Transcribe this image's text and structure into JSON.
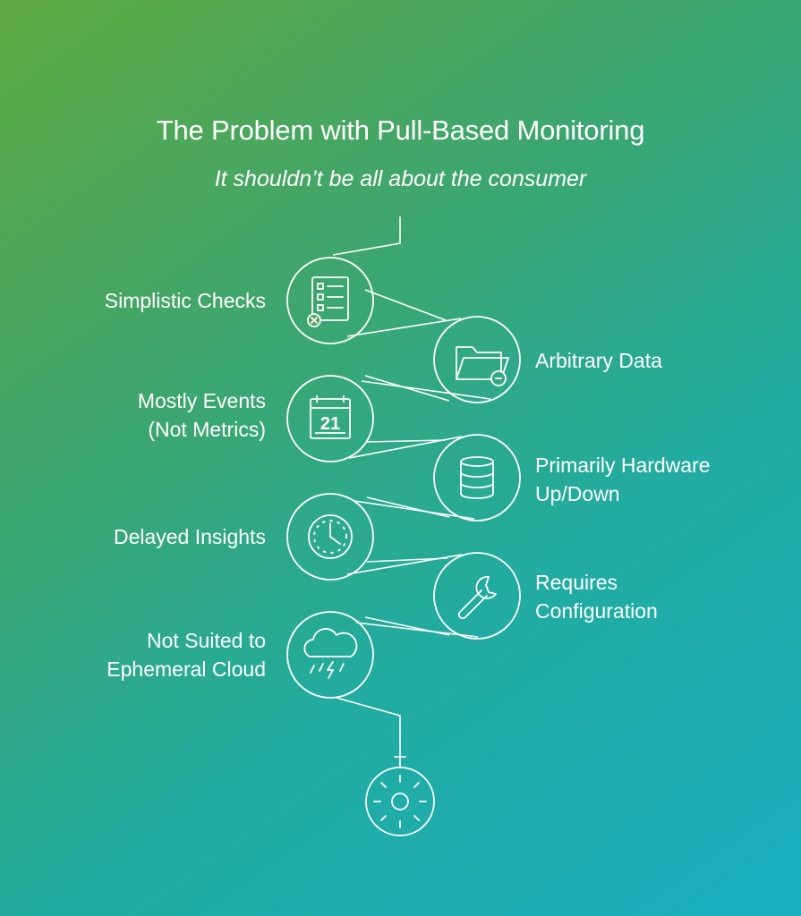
{
  "header": {
    "title": "The Problem with Pull-Based Monitoring",
    "subtitle": "It shouldn’t be all about the consumer"
  },
  "items": [
    {
      "side": "left",
      "lines": [
        "Simplistic Checks"
      ],
      "icon": "checklist-icon"
    },
    {
      "side": "right",
      "lines": [
        "Arbitrary Data"
      ],
      "icon": "folder-icon"
    },
    {
      "side": "left",
      "lines": [
        "Mostly Events",
        "(Not Metrics)"
      ],
      "icon": "calendar-icon",
      "icon_text": "21"
    },
    {
      "side": "right",
      "lines": [
        "Primarily Hardware",
        "Up/Down"
      ],
      "icon": "database-icon"
    },
    {
      "side": "left",
      "lines": [
        "Delayed Insights"
      ],
      "icon": "clock-icon"
    },
    {
      "side": "right",
      "lines": [
        "Requires",
        "Configuration"
      ],
      "icon": "wrench-icon"
    },
    {
      "side": "left",
      "lines": [
        "Not Suited to",
        "Ephemeral Cloud"
      ],
      "icon": "storm-cloud-icon"
    }
  ],
  "end_icon": "stopwatch-icon",
  "colors": {
    "gradient_start": "#5fa841",
    "gradient_end": "#1aaec0",
    "line": "#ffffff"
  }
}
